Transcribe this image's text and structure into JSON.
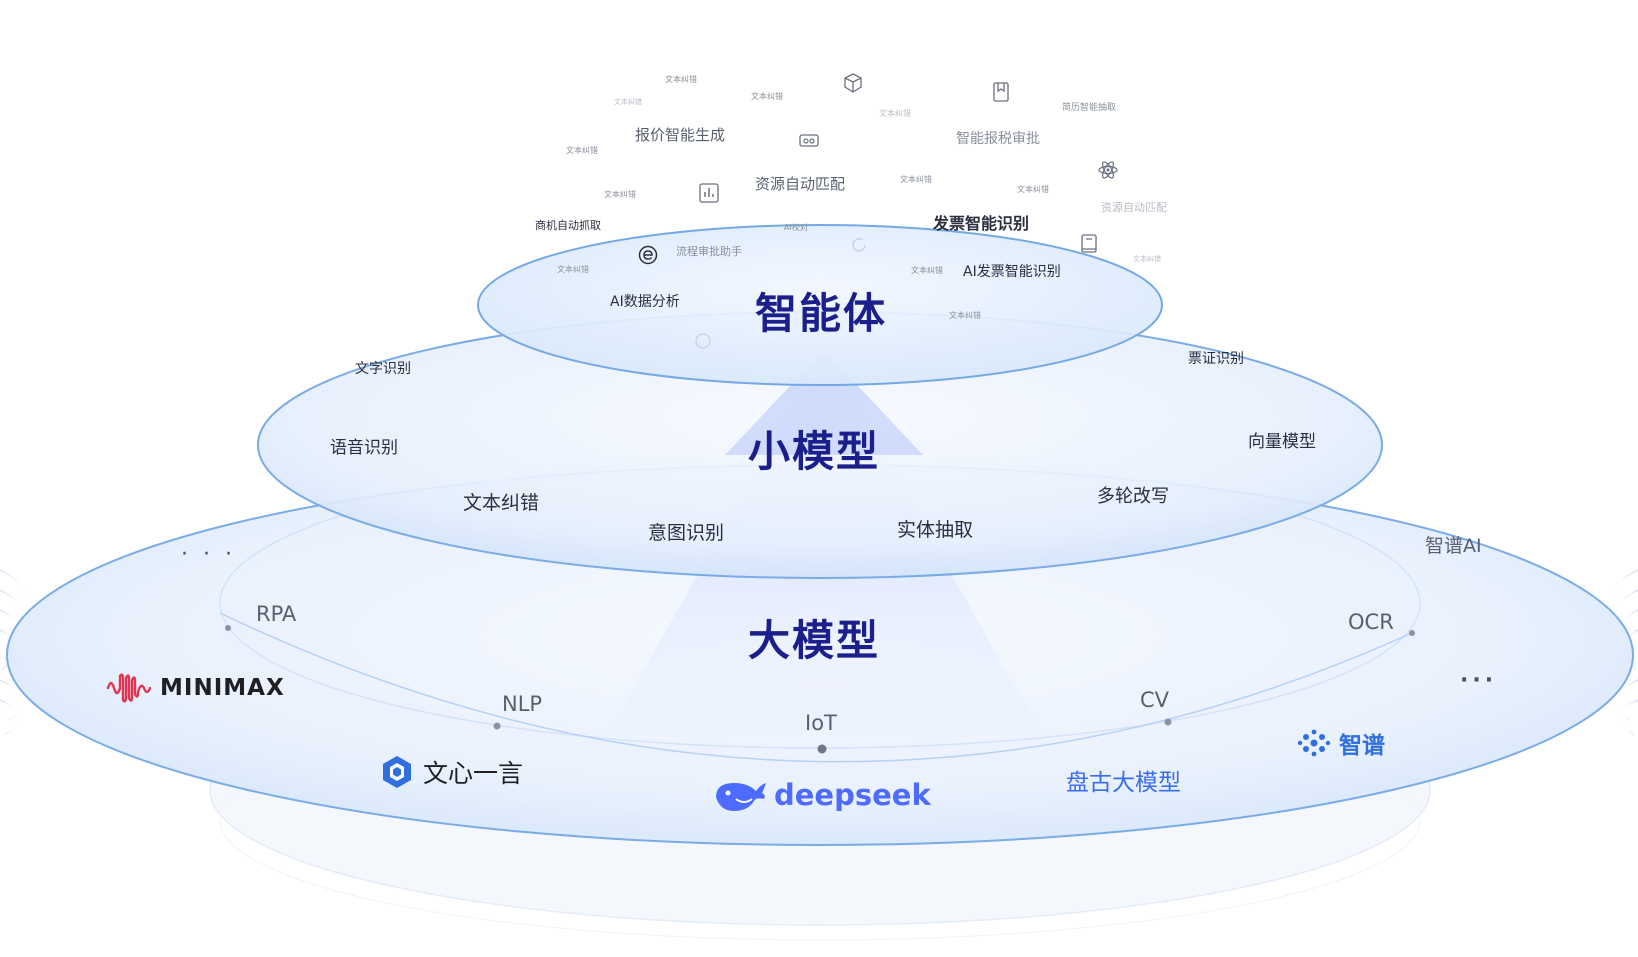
{
  "colors": {
    "title": "#1a1f8c",
    "ellipse_fill": "#e6f0fd",
    "ellipse_stroke": "#74a9e6",
    "brand_blue": "#3a6cf0",
    "minimax_red": "#e2334f"
  },
  "layers": {
    "top": "智能体",
    "middle": "小模型",
    "bottom": "大模型"
  },
  "agents": {
    "quote": "报价智能生成",
    "resource_match": "资源自动匹配",
    "tax_review": "智能报税审批",
    "invoice_recog": "发票智能识别",
    "ai_invoice": "AI发票智能识别",
    "ai_data": "AI数据分析",
    "opportunity": "商机自动抓取",
    "flow_assist": "流程审批助手",
    "resume": "简历智能抽取",
    "resource_match2": "资源自动匹配",
    "ai_proof": "AI校对",
    "text_fix": "文本纠错"
  },
  "small_models": {
    "text_recog": "文字识别",
    "voice_recog": "语音识别",
    "text_correct": "文本纠错",
    "intent": "意图识别",
    "entity": "实体抽取",
    "multi_rewrite": "多轮改写",
    "vector": "向量模型",
    "ticket": "票证识别"
  },
  "capabilities": {
    "rpa": "RPA",
    "nlp": "NLP",
    "iot": "IoT",
    "cv": "CV",
    "ocr": "OCR",
    "more_left": "· · ·",
    "more_right": "···"
  },
  "brands": {
    "minimax": "MINIMAX",
    "wenxin": "文心一言",
    "deepseek": "deepseek",
    "pangu": "盘古大模型",
    "zhipu": "智谱",
    "zhipu_ai": "智谱AI"
  }
}
